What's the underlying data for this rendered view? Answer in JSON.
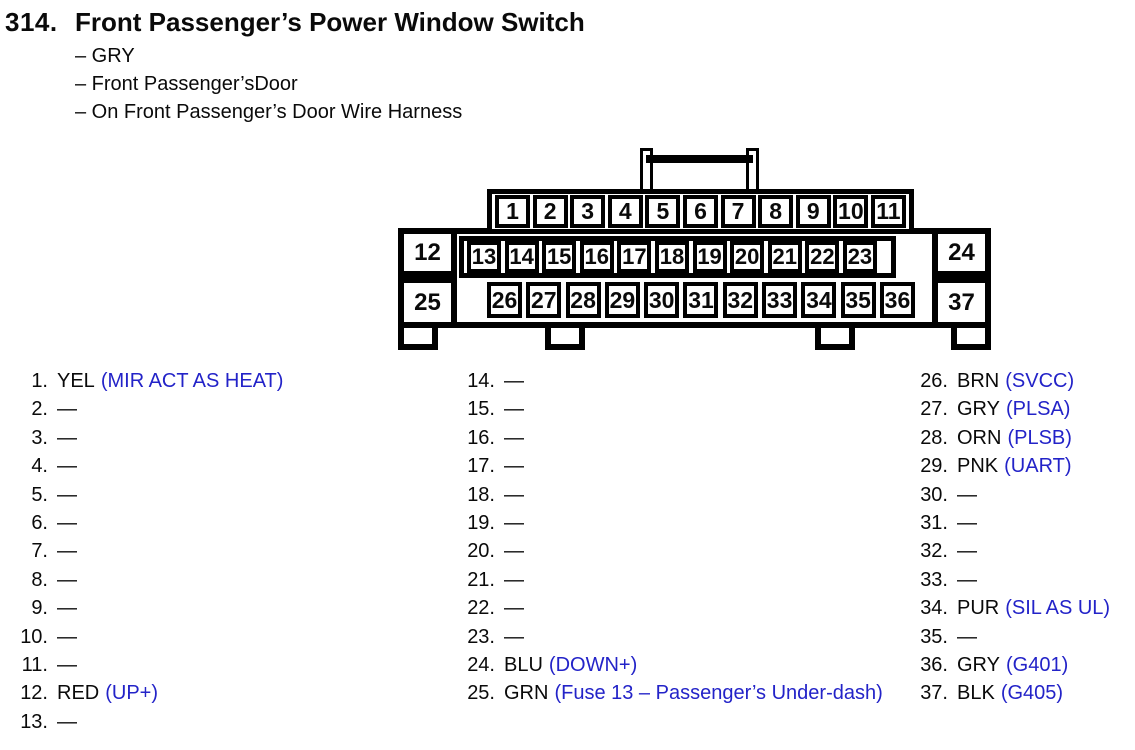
{
  "colors": {
    "ink": "#0a0a0a",
    "note_blue": "#2323C8"
  },
  "header": {
    "number": "314.",
    "title": "Front Passenger’s Power Window Switch",
    "details": [
      "– GRY",
      "– Front Passenger’sDoor",
      "– On Front Passenger’s Door Wire Harness"
    ]
  },
  "connector": {
    "top_row": [
      "1",
      "2",
      "3",
      "4",
      "5",
      "6",
      "7",
      "8",
      "9",
      "10",
      "11"
    ],
    "mid_row": [
      "13",
      "14",
      "15",
      "16",
      "17",
      "18",
      "19",
      "20",
      "21",
      "22",
      "23"
    ],
    "bottom_row": [
      "26",
      "27",
      "28",
      "29",
      "30",
      "31",
      "32",
      "33",
      "34",
      "35",
      "36"
    ],
    "left_top_pin": "12",
    "left_bottom_pin": "25",
    "right_top_pin": "24",
    "right_bottom_pin": "37"
  },
  "pin_list": {
    "column_1": [
      {
        "n": "1.",
        "wire": "YEL",
        "note": "(MIR ACT AS HEAT)"
      },
      {
        "n": "2.",
        "wire": "—",
        "note": ""
      },
      {
        "n": "3.",
        "wire": "—",
        "note": ""
      },
      {
        "n": "4.",
        "wire": "—",
        "note": ""
      },
      {
        "n": "5.",
        "wire": "—",
        "note": ""
      },
      {
        "n": "6.",
        "wire": "—",
        "note": ""
      },
      {
        "n": "7.",
        "wire": "—",
        "note": ""
      },
      {
        "n": "8.",
        "wire": "—",
        "note": ""
      },
      {
        "n": "9.",
        "wire": "—",
        "note": ""
      },
      {
        "n": "10.",
        "wire": "—",
        "note": ""
      },
      {
        "n": "11.",
        "wire": "—",
        "note": ""
      },
      {
        "n": "12.",
        "wire": "RED",
        "note": "(UP+)"
      },
      {
        "n": "13.",
        "wire": "—",
        "note": ""
      }
    ],
    "column_2": [
      {
        "n": "14.",
        "wire": "—",
        "note": ""
      },
      {
        "n": "15.",
        "wire": "—",
        "note": ""
      },
      {
        "n": "16.",
        "wire": "—",
        "note": ""
      },
      {
        "n": "17.",
        "wire": "—",
        "note": ""
      },
      {
        "n": "18.",
        "wire": "—",
        "note": ""
      },
      {
        "n": "19.",
        "wire": "—",
        "note": ""
      },
      {
        "n": "20.",
        "wire": "—",
        "note": ""
      },
      {
        "n": "21.",
        "wire": "—",
        "note": ""
      },
      {
        "n": "22.",
        "wire": "—",
        "note": ""
      },
      {
        "n": "23.",
        "wire": "—",
        "note": ""
      },
      {
        "n": "24.",
        "wire": "BLU",
        "note": "(DOWN+)"
      },
      {
        "n": "25.",
        "wire": "GRN",
        "note": "(Fuse 13 – Passenger’s Under-dash)"
      }
    ],
    "column_3": [
      {
        "n": "26.",
        "wire": "BRN",
        "note": "(SVCC)"
      },
      {
        "n": "27.",
        "wire": "GRY",
        "note": "(PLSA)"
      },
      {
        "n": "28.",
        "wire": "ORN",
        "note": "(PLSB)"
      },
      {
        "n": "29.",
        "wire": "PNK",
        "note": "(UART)"
      },
      {
        "n": "30.",
        "wire": "—",
        "note": ""
      },
      {
        "n": "31.",
        "wire": "—",
        "note": ""
      },
      {
        "n": "32.",
        "wire": "—",
        "note": ""
      },
      {
        "n": "33.",
        "wire": "—",
        "note": ""
      },
      {
        "n": "34.",
        "wire": "PUR",
        "note": "(SIL AS UL)"
      },
      {
        "n": "35.",
        "wire": "—",
        "note": ""
      },
      {
        "n": "36.",
        "wire": "GRY",
        "note": "(G401)"
      },
      {
        "n": "37.",
        "wire": "BLK",
        "note": "(G405)"
      }
    ]
  }
}
